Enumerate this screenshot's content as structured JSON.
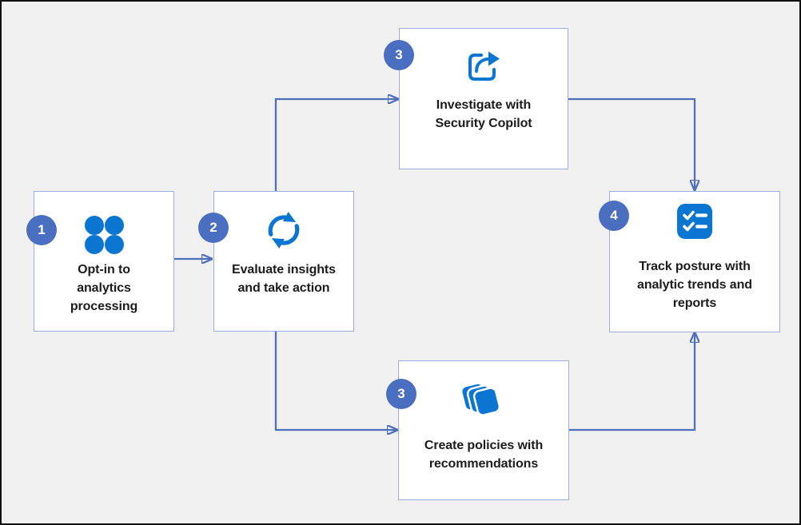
{
  "flow": {
    "colors": {
      "canvas_bg": "#f1f1f2",
      "frame_border": "#111111",
      "box_fill": "#ffffff",
      "box_border": "#9aaedd",
      "connector": "#4e6fba",
      "badge_fill": "#4a6fc0",
      "badge_text": "#ffffff",
      "icon_blue": "#0b76d1",
      "label_text": "#1c1c1c"
    },
    "steps": [
      {
        "number": "1",
        "label": "Opt-in to\nanalytics\nprocessing",
        "icon": "apps-grid-icon"
      },
      {
        "number": "2",
        "label": "Evaluate insights\nand take action",
        "icon": "sync-arrows-icon"
      },
      {
        "number": "3",
        "label": "Investigate with\nSecurity Copilot",
        "icon": "share-arrow-icon"
      },
      {
        "number": "3",
        "label": "Create policies with\nrecommendations",
        "icon": "stacked-cards-icon"
      },
      {
        "number": "4",
        "label": "Track posture with\nanalytic trends and\nreports",
        "icon": "checklist-icon"
      }
    ]
  }
}
